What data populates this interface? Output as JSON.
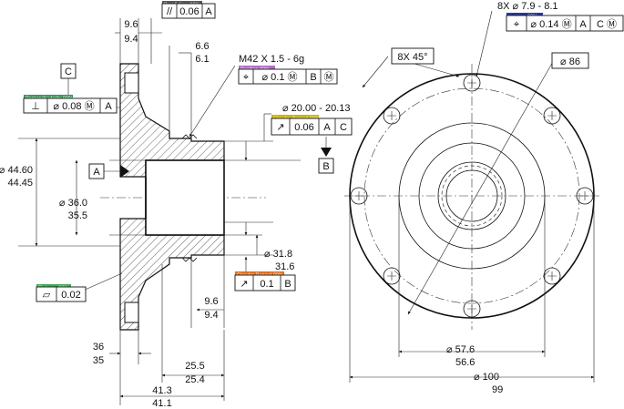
{
  "side_view": {
    "flange_thickness": [
      "9.6",
      "9.4"
    ],
    "parallelism": {
      "tag": "Parallelism 99%",
      "symbol": "//",
      "tolerance": "0.06",
      "datum": "A",
      "tag_color": "#5a5a5a"
    },
    "undercut": [
      "6.6",
      "6.1"
    ],
    "thread": "M42 X 1.5 - 6g",
    "position_thread": {
      "tag": "Position 99%",
      "symbol": "⌖",
      "tolerance": "⌀ 0.1 Ⓜ",
      "datum1": "B",
      "datum2": "Ⓜ",
      "tag_color": "#b46cc8"
    },
    "bore_dia": "⌀ 20.00 - 20.13",
    "circular_runout_1": {
      "tag": "Circular Runout 99%",
      "symbol": "↗",
      "tolerance": "0.06",
      "datum1": "A",
      "datum2": "C",
      "tag_color": "#c8b400"
    },
    "datum_b": "B",
    "datum_c": "C",
    "datum_a": "A",
    "perpendicularity": {
      "tag": "Perpendicularity 99%",
      "symbol": "⊥",
      "tolerance": "⌀ 0.08 Ⓜ",
      "datum": "A",
      "tag_color": "#3c9a5a"
    },
    "pilot_dia": [
      "⌀ 44.60",
      "44.45"
    ],
    "inner_dia": [
      "⌀ 36.0",
      "35.5"
    ],
    "hub_dia": [
      "⌀ 31.8",
      "31.6"
    ],
    "circular_runout_2": {
      "tag": "Circular Runout 99%",
      "symbol": "↗",
      "tolerance": "0.1",
      "datum": "B",
      "tag_color": "#e07020"
    },
    "flatness": {
      "tag": "Flatness 99%",
      "symbol": "▱",
      "tolerance": "0.02",
      "tag_color": "#3caa50"
    },
    "hub_step": [
      "9.6",
      "9.4"
    ],
    "pilot_len": [
      "36",
      "35"
    ],
    "hub_len": [
      "25.5",
      "25.4"
    ],
    "overall_len": [
      "41.3",
      "41.1"
    ]
  },
  "front_view": {
    "holes_callout": "8X ⌀ 7.9 - 8.1",
    "position_holes": {
      "tag": "Position 99%",
      "symbol": "⌖",
      "tolerance": "⌀ 0.14 Ⓜ",
      "datum1": "A",
      "datum2": "C Ⓜ",
      "tag_color": "#2a3a9a"
    },
    "angle": "8X  45°",
    "bolt_circle": "⌀ 86",
    "raised_face": [
      "⌀ 57.6",
      "56.6"
    ],
    "outer_dia": [
      "⌀ 100",
      "99"
    ]
  }
}
